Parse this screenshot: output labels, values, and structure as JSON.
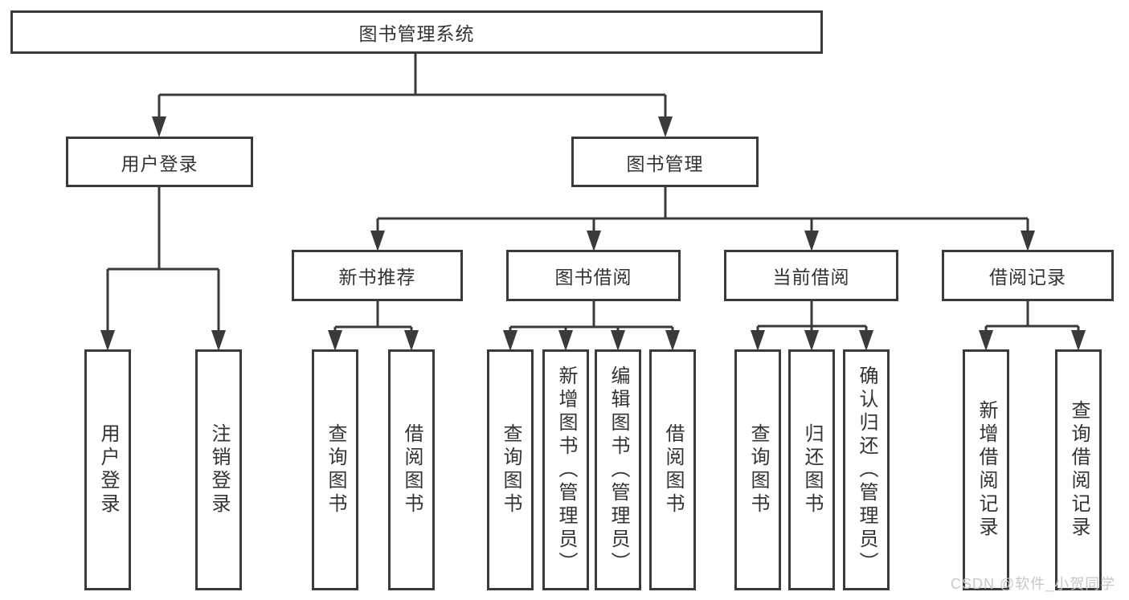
{
  "tree": {
    "label": "图书管理系统",
    "children": [
      {
        "label": "用户登录",
        "children": [
          {
            "label": "用户登录"
          },
          {
            "label": "注销登录"
          }
        ]
      },
      {
        "label": "图书管理",
        "children": [
          {
            "label": "新书推荐",
            "children": [
              {
                "label": "查询图书"
              },
              {
                "label": "借阅图书"
              }
            ]
          },
          {
            "label": "图书借阅",
            "children": [
              {
                "label": "查询图书"
              },
              {
                "label": "新增图书（管理员）"
              },
              {
                "label": "编辑图书（管理员）"
              },
              {
                "label": "借阅图书"
              }
            ]
          },
          {
            "label": "当前借阅",
            "children": [
              {
                "label": "查询图书"
              },
              {
                "label": "归还图书"
              },
              {
                "label": "确认归还（管理员）"
              }
            ]
          },
          {
            "label": "借阅记录",
            "children": [
              {
                "label": "新增借阅记录"
              },
              {
                "label": "查询借阅记录"
              }
            ]
          }
        ]
      }
    ]
  },
  "watermark": {
    "text": "CSDN @软件_小贺同学"
  },
  "colors": {
    "line": "#3a3a3a",
    "box_border": "#3a3a3a",
    "text": "#333333",
    "watermark": "#c8c8c8",
    "background": "#ffffff"
  }
}
